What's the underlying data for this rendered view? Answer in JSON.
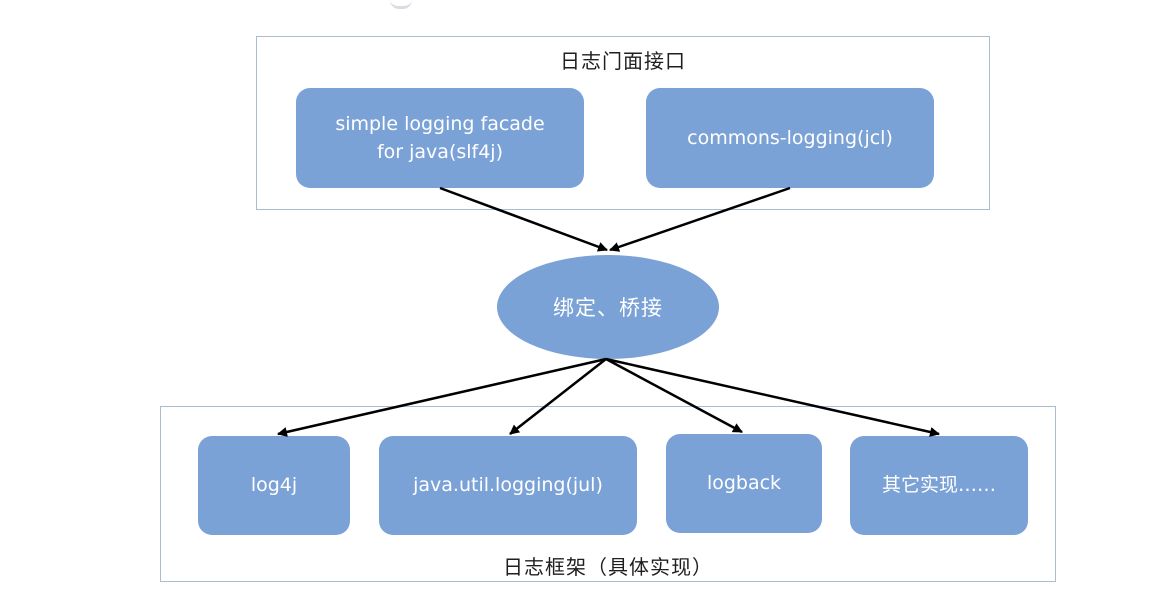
{
  "top_group": {
    "title": "日志门面接口",
    "nodes": [
      {
        "line1": "simple logging facade",
        "line2": "for java(slf4j)"
      },
      {
        "line1": "commons-logging(jcl)"
      }
    ]
  },
  "center": {
    "label": "绑定、桥接"
  },
  "bottom_group": {
    "title": "日志框架（具体实现）",
    "nodes": [
      {
        "label": "log4j"
      },
      {
        "label": "java.util.logging(jul)"
      },
      {
        "label": "logback"
      },
      {
        "label": "其它实现……"
      }
    ]
  },
  "colors": {
    "node_fill": "#7aa2d6",
    "group_border": "#a9bdd0",
    "arrow": "#000000"
  }
}
